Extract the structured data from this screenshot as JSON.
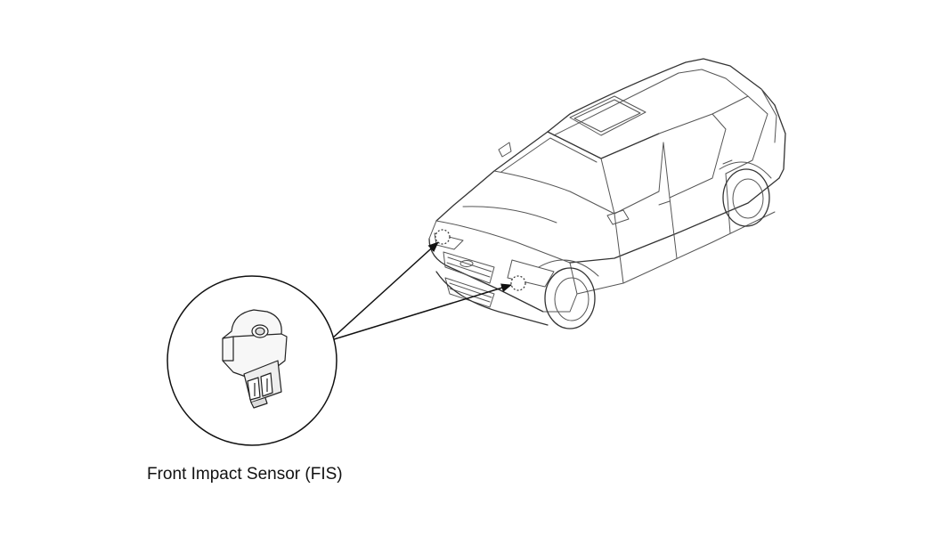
{
  "diagram": {
    "caption": "Front Impact Sensor (FIS)",
    "component": "front-impact-sensor",
    "sensor_locations": [
      "front-left",
      "front-right"
    ],
    "colors": {
      "line": "#555555",
      "arrow": "#111111",
      "background": "#ffffff"
    }
  }
}
